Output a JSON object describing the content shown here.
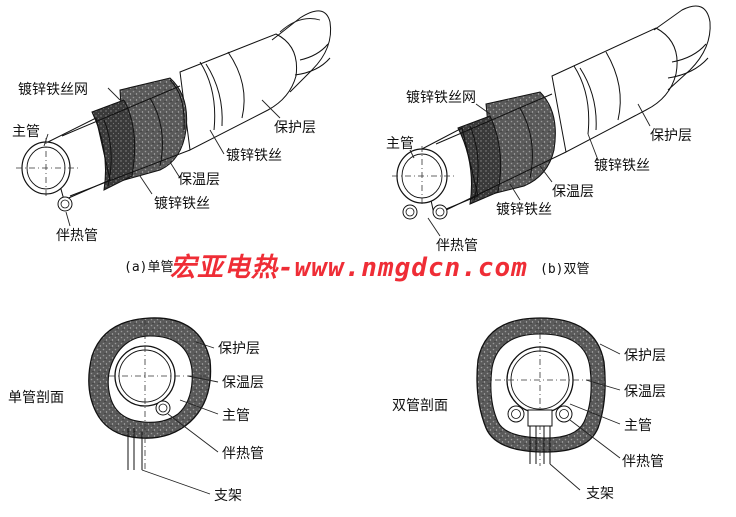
{
  "figure_a": {
    "caption": "(a)单管",
    "labels": {
      "wire_mesh": "镀锌铁丝网",
      "main_pipe": "主管",
      "protective_layer": "保护层",
      "wire_1": "镀锌铁丝",
      "insulation_layer": "保温层",
      "wire_2": "镀锌铁丝",
      "tracing_pipe": "伴热管"
    }
  },
  "figure_b": {
    "caption": "(b)双管",
    "labels": {
      "wire_mesh": "镀锌铁丝网",
      "main_pipe": "主管",
      "protective_layer": "保护层",
      "wire_1": "镀锌铁丝",
      "insulation_layer": "保温层",
      "wire_2": "镀锌铁丝",
      "tracing_pipe": "伴热管"
    }
  },
  "section_single": {
    "title": "单管剖面",
    "labels": {
      "protective_layer": "保护层",
      "insulation_layer": "保温层",
      "main_pipe": "主管",
      "tracing_pipe": "伴热管",
      "support": "支架"
    }
  },
  "section_double": {
    "title": "双管剖面",
    "labels": {
      "protective_layer": "保护层",
      "insulation_layer": "保温层",
      "main_pipe": "主管",
      "tracing_pipe": "伴热管",
      "support": "支架"
    }
  },
  "watermark": "宏亚电热-www.nmgdcn.com",
  "colors": {
    "watermark": "#ee1c25",
    "insulation_fill": "#555555",
    "line": "#111111"
  }
}
